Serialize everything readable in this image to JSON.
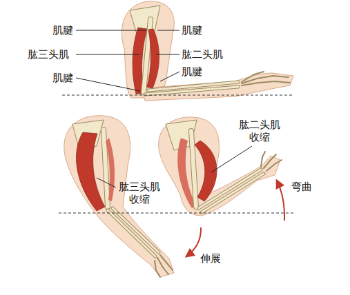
{
  "diagram": {
    "labels": [
      "肌腱",
      "肌腱",
      "肱三头肌",
      "肱二头肌",
      "肌腱",
      "肌腱",
      "肱三头肌 收缩",
      "肱二头肌 收缩",
      "弯曲",
      "伸展"
    ]
  }
}
